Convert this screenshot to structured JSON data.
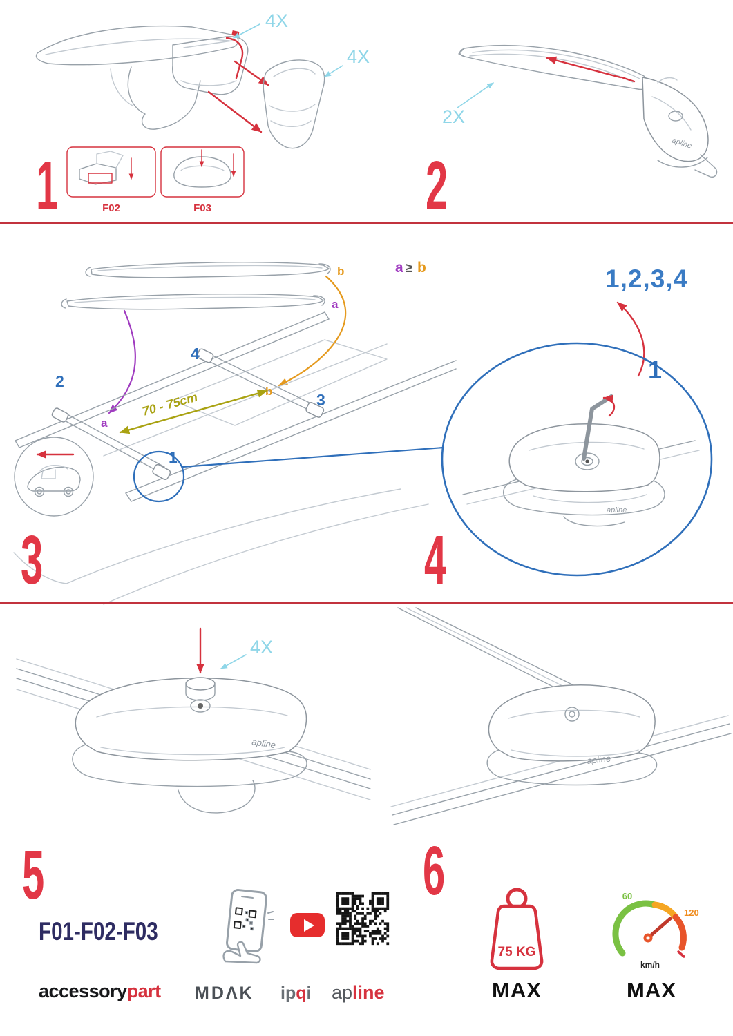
{
  "colors": {
    "accent_red": "#d6323e",
    "step_number_red": "#e23746",
    "qty_cyan": "#8fd6e8",
    "sequence_blue": "#2f6fba",
    "label_purple": "#a03cc0",
    "label_orange": "#e59a1e",
    "distance_olive": "#a9a212",
    "models_navy": "#2e2c62"
  },
  "step1": {
    "number": "1",
    "qty_bar": "4X",
    "qty_cover": "4X",
    "box_left_label": "F02",
    "box_right_label": "F03"
  },
  "step2": {
    "number": "2",
    "qty": "2X",
    "logo": "apline"
  },
  "step3": {
    "number": "3",
    "loose_top": "b",
    "loose_bottom": "a",
    "rule_a": "a",
    "rule_gte": "≥",
    "rule_b": "b",
    "pos1": "1",
    "pos2": "2",
    "pos3": "3",
    "pos4": "4",
    "roof_a": "a",
    "roof_b": "b",
    "distance": "70 - 75cm"
  },
  "step4": {
    "number": "4",
    "sequence": "1,2,3,4",
    "start": "1",
    "logo": "apline"
  },
  "step5": {
    "number": "5",
    "qty": "4X",
    "logo": "apline"
  },
  "step6": {
    "number": "6",
    "logo": "apline"
  },
  "footer": {
    "models": "F01-F02-F03",
    "accessory": "accessory",
    "part": "part",
    "mdak": "MDΛK",
    "ipqi_ip": "ip",
    "ipqi_q": "q",
    "ipqi_i": "i",
    "apline_ap": "ap",
    "apline_line": "line",
    "weight": "75 KG",
    "weight_max": "MAX",
    "speed_low": "60",
    "speed_high": "120",
    "speed_unit": "km/h",
    "speed_max": "MAX"
  },
  "icons": {
    "phone_scan": "phone-qr-scan-icon",
    "youtube": "youtube-icon",
    "qr": "qr-code",
    "weight": "max-load-weight-icon",
    "speedometer": "max-speed-gauge-icon"
  }
}
